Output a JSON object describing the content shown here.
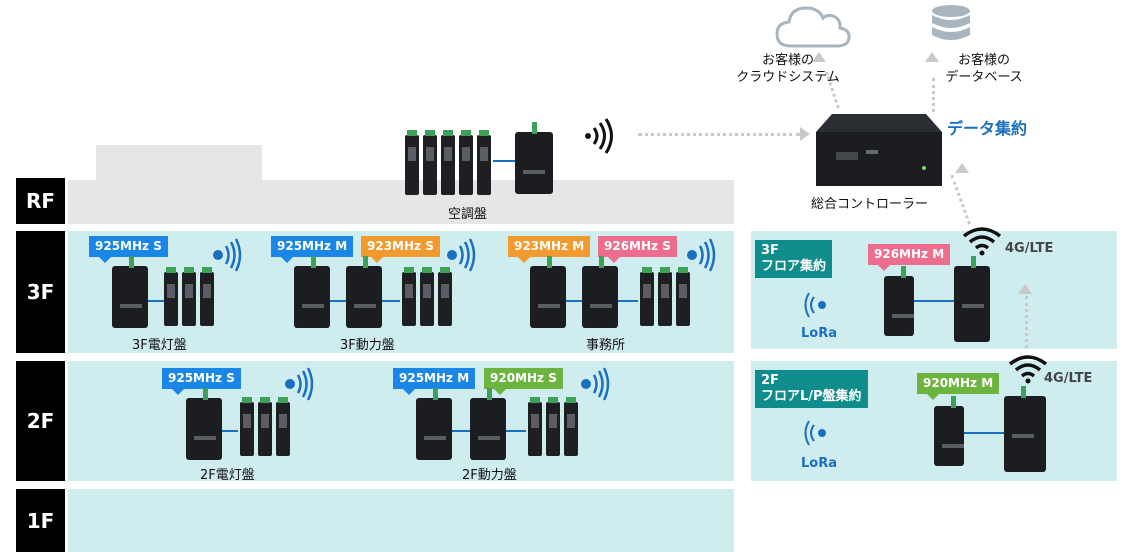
{
  "floors": {
    "rf": "RF",
    "f3": "3F",
    "f2": "2F",
    "f1": "1F"
  },
  "rooftop": {
    "panel_label": "空調盤"
  },
  "floor3": {
    "tags": [
      {
        "text": "925MHz S",
        "color": "#1a86e6"
      },
      {
        "text": "925MHz M",
        "color": "#1a86e6"
      },
      {
        "text": "923MHz S",
        "color": "#f29a2e"
      },
      {
        "text": "923MHz M",
        "color": "#f29a2e"
      },
      {
        "text": "926MHz S",
        "color": "#ec6d8c"
      }
    ],
    "panels": [
      "3F電灯盤",
      "3F動力盤",
      "事務所"
    ]
  },
  "floor2": {
    "tags": [
      {
        "text": "925MHz S",
        "color": "#1a86e6"
      },
      {
        "text": "925MHz M",
        "color": "#1a86e6"
      },
      {
        "text": "920MHz S",
        "color": "#6db33f"
      }
    ],
    "panels": [
      "2F電灯盤",
      "2F動力盤"
    ]
  },
  "cloud": {
    "system_label_line1": "お客様の",
    "system_label_line2": "クラウドシステム",
    "db_label_line1": "お客様の",
    "db_label_line2": "データベース",
    "aggregation": "データ集約",
    "controller": "総合コントローラー"
  },
  "agg3": {
    "title_line1": "3F",
    "title_line2": "フロア集約",
    "tag": "926MHz M",
    "lora": "LoRa",
    "lte": "4G/LTE"
  },
  "agg2": {
    "title_line1": "2F",
    "title_line2": "フロアL/P盤集約",
    "tag": "920MHz M",
    "lora": "LoRa",
    "lte": "4G/LTE"
  },
  "colors": {
    "band": "#cfecef",
    "accent_blue": "#1a6fc0",
    "teal": "#0f8c8c"
  }
}
